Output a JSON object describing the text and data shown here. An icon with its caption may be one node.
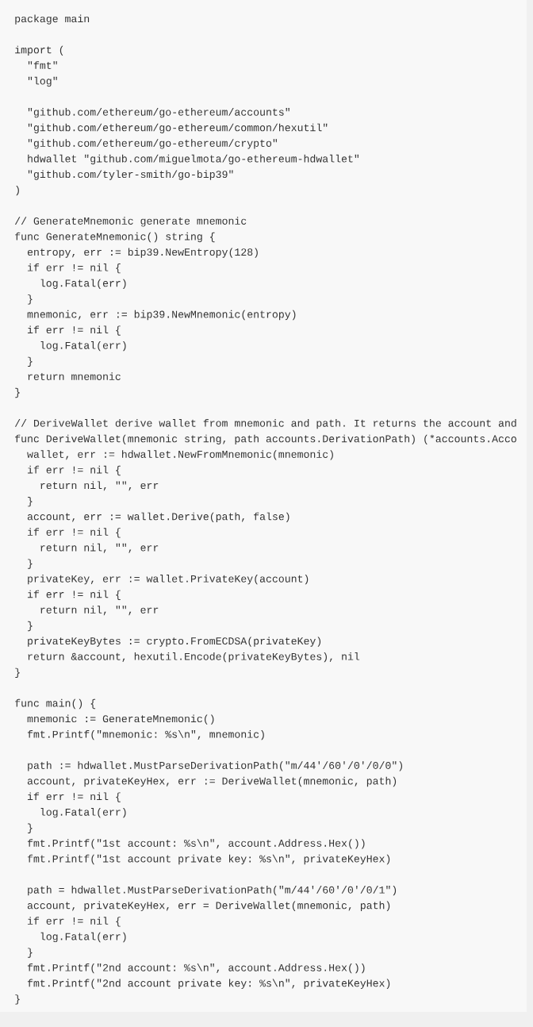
{
  "diagram": {
    "labels": [
      "package main",
      "import (",
      "\"fmt\"",
      "\"log\"",
      "\"github.com/ethereum/go-ethereum/accounts\"",
      "\"github.com/ethereum/go-ethereum/common/hexutil\"",
      "\"github.com/ethereum/go-ethereum/crypto\"",
      "hdwallet \"github.com/miguelmota/go-ethereum-hdwallet\"",
      "\"github.com/tyler-smith/go-bip39\"",
      ")",
      "// GenerateMnemonic generate mnemonic",
      "func GenerateMnemonic() string {",
      "entropy, err := bip39.NewEntropy(128)",
      "if err != nil {",
      "log.Fatal(err)",
      "}",
      "mnemonic, err := bip39.NewMnemonic(entropy)",
      "if err != nil {",
      "log.Fatal(err)",
      "}",
      "return mnemonic",
      "}",
      "// DeriveWallet derive wallet from mnemonic and path. It returns the account and",
      "func DeriveWallet(mnemonic string, path accounts.DerivationPath) (*accounts.Acco",
      "wallet, err := hdwallet.NewFromMnemonic(mnemonic)",
      "if err != nil {",
      "return nil, \"\", err",
      "}",
      "account, err := wallet.Derive(path, false)",
      "if err != nil {",
      "return nil, \"\", err",
      "}",
      "privateKey, err := wallet.PrivateKey(account)",
      "if err != nil {",
      "return nil, \"\", err",
      "}",
      "privateKeyBytes := crypto.FromECDSA(privateKey)",
      "return &account, hexutil.Encode(privateKeyBytes), nil",
      "}",
      "func main() {",
      "mnemonic := GenerateMnemonic()",
      "fmt.Printf(\"mnemonic: %s\\n\", mnemonic)",
      "path := hdwallet.MustParseDerivationPath(\"m/44'/60'/0'/0/0\")",
      "account, privateKeyHex, err := DeriveWallet(mnemonic, path)",
      "if err != nil {",
      "log.Fatal(err)",
      "}",
      "fmt.Printf(\"1st account: %s\\n\", account.Address.Hex())",
      "fmt.Printf(\"1st account private key: %s\\n\", privateKeyHex)",
      "path = hdwallet.MustParseDerivationPath(\"m/44'/60'/0'/0/1\")",
      "account, privateKeyHex, err = DeriveWallet(mnemonic, path)",
      "if err != nil {",
      "log.Fatal(err)",
      "}",
      "fmt.Printf(\"2nd account: %s\\n\", account.Address.Hex())",
      "fmt.Printf(\"2nd account private key: %s\\n\", privateKeyHex)",
      "}"
    ]
  }
}
